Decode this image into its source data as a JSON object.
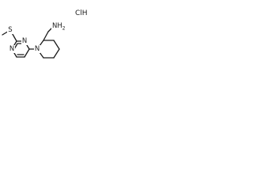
{
  "molecule": {
    "salt": "ClH",
    "amine": "NH",
    "amine_subscript": "2",
    "thioether": "S",
    "pyrimidine_n1": "N",
    "pyrimidine_n3": "N",
    "piperidine_n": "N"
  },
  "colors": {
    "ink": "#1a1a1a",
    "background": "#ffffff"
  }
}
